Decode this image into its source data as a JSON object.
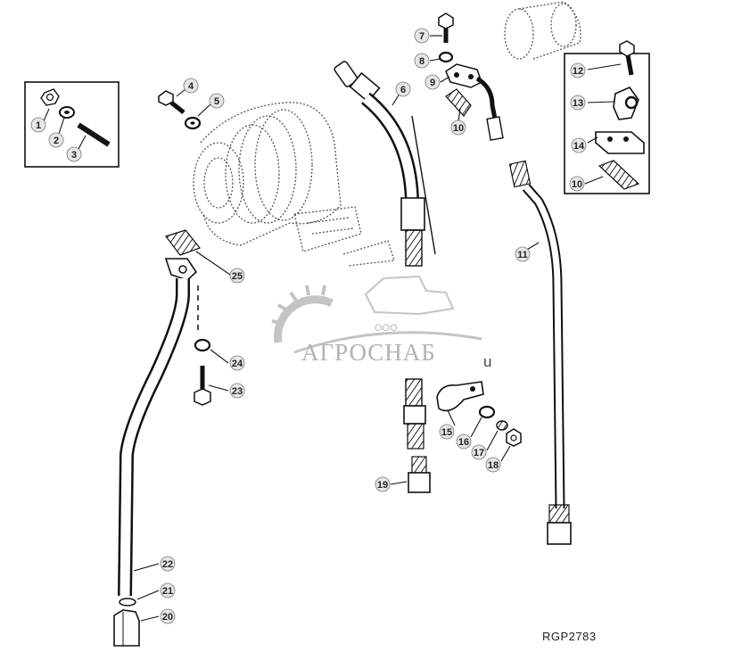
{
  "diagram": {
    "reference_code": "RGP2783",
    "callouts": [
      "1",
      "2",
      "3",
      "4",
      "5",
      "6",
      "7",
      "8",
      "9",
      "10",
      "10",
      "11",
      "12",
      "13",
      "14",
      "15",
      "16",
      "17",
      "18",
      "19",
      "20",
      "21",
      "22",
      "23",
      "24",
      "25"
    ]
  },
  "watermark": {
    "company_prefix": "ООО",
    "brand": "АГРОСНАБ",
    "suffix": "u"
  },
  "colors": {
    "line": "#1a1a1a",
    "callout_fill": "#e6e6e6",
    "watermark": "#b5b5b5"
  }
}
